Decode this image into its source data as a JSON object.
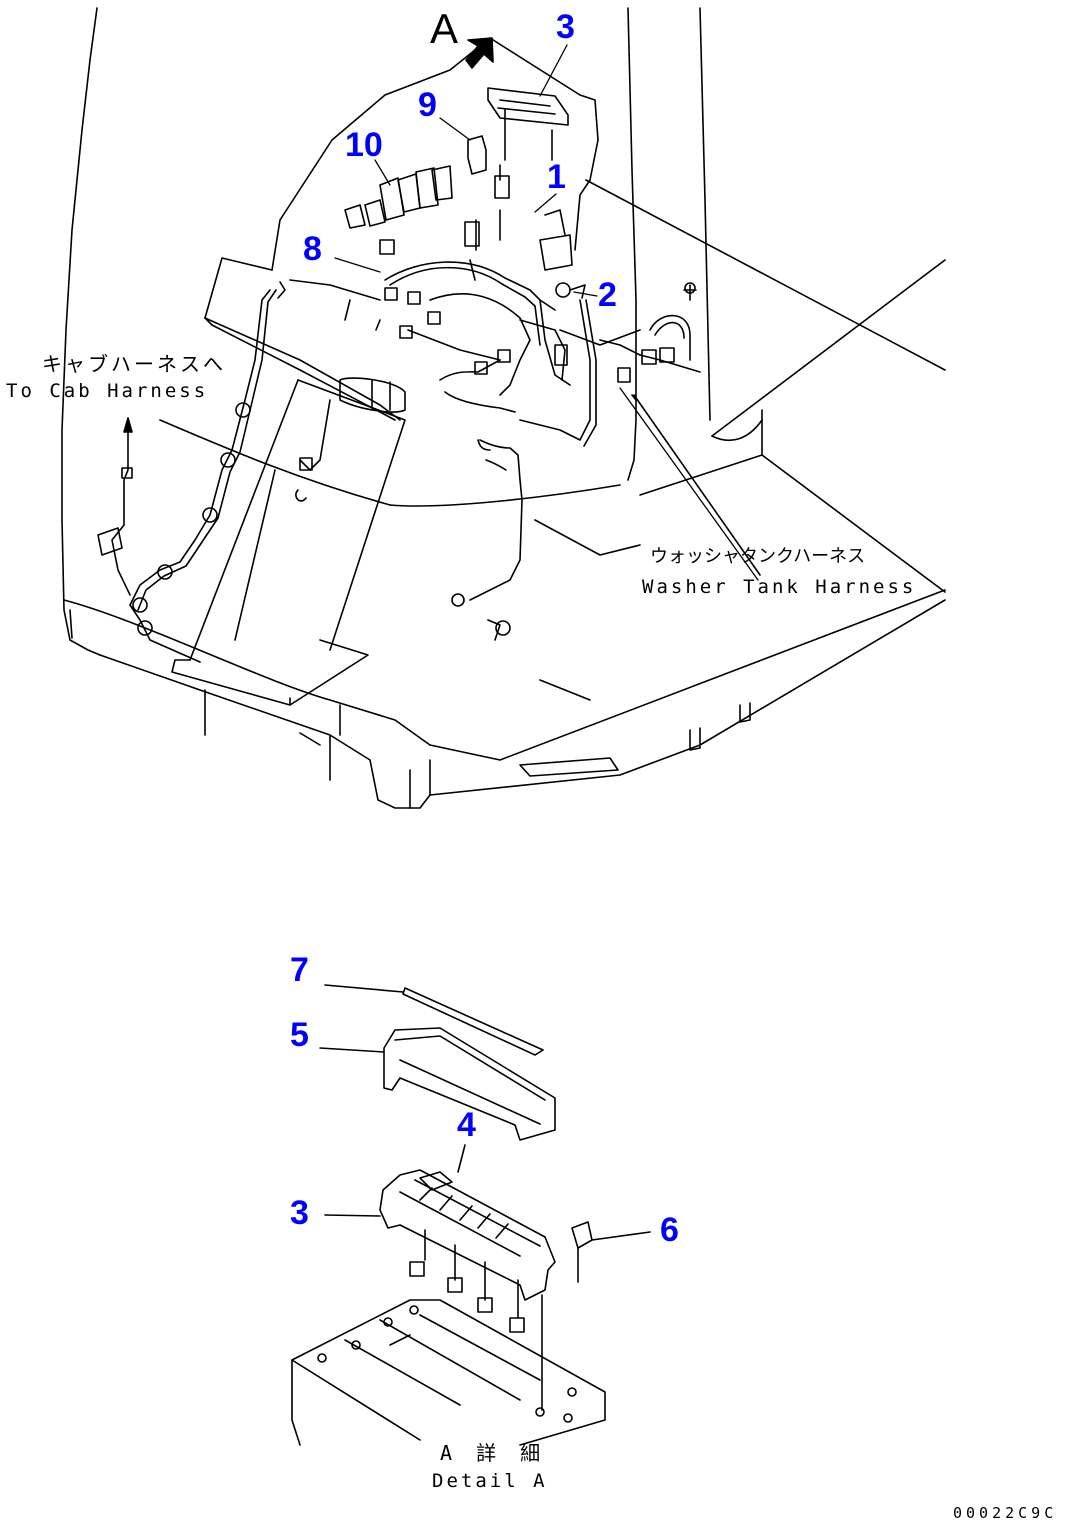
{
  "view_label": "A",
  "callouts": {
    "c1": "1",
    "c2": "2",
    "c3_top": "3",
    "c8": "8",
    "c9": "9",
    "c10": "10",
    "c7": "7",
    "c5": "5",
    "c4": "4",
    "c3_detail": "3",
    "c6": "6"
  },
  "notes": {
    "cab_harness_jp": "キャブハーネスへ",
    "cab_harness_en": "To Cab Harness",
    "washer_jp": "ウォッシャタンクハーネス",
    "washer_en": "Washer Tank Harness",
    "detail_jp": "A 詳 細",
    "detail_en": "Detail A"
  },
  "drawing_code": "00022C9C",
  "colors": {
    "callout": "#0000ff",
    "line": "#000000",
    "background": "#ffffff"
  }
}
